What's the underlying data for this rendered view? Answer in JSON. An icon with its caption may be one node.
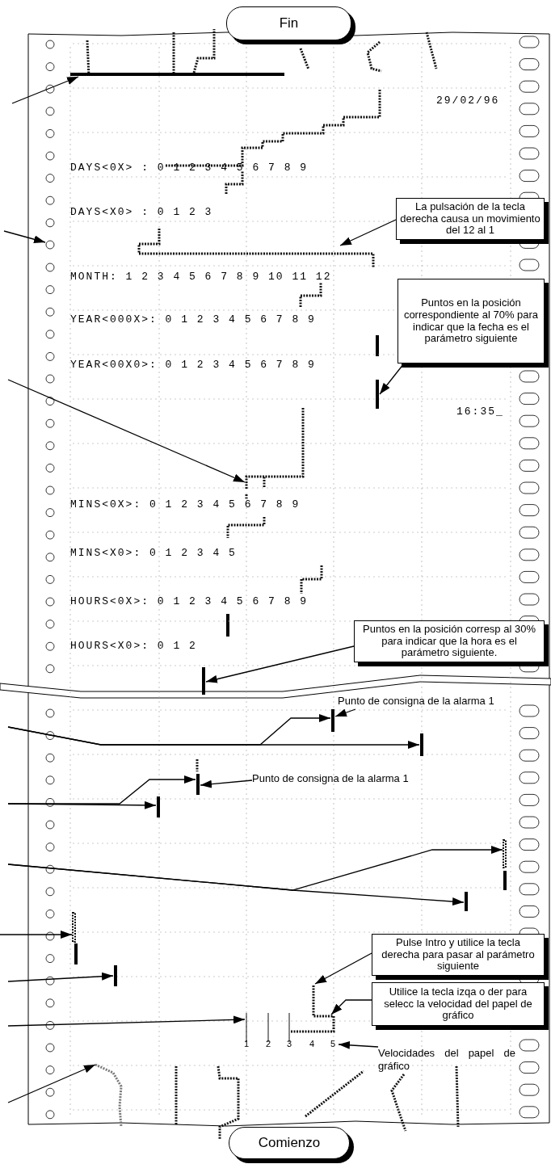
{
  "diagram": {
    "nodes": [
      {
        "text": [
          "Fin"
        ]
      },
      {
        "text": [
          "Comienzo"
        ]
      },
      {
        "text": [
          "La pulsación de la tecla derecha causa un movimiento del 12 al 1"
        ]
      },
      {
        "text": [
          "Puntos en la posición correspondiente al 70% para indicar que la fecha es el parámetro siguiente"
        ]
      },
      {
        "text": [
          "Puntos en la posición corresp al 30% para indicar que la hora es el parámetro siguiente."
        ]
      },
      {
        "text": [
          "Pulse Intro y utilice la tecla derecha para pasar al parámetro siguiente"
        ]
      },
      {
        "text": [
          "Utilice la tecla izqa  o der para selecc  la velocidad del papel de gráfico"
        ]
      },
      {
        "text": [
          "Punto de consigna de la alarma 1"
        ]
      },
      {
        "text": [
          "Punto de consigna de la alarma 1"
        ]
      },
      {
        "text": [
          "Velocidades del papel de gráfico"
        ]
      },
      {
        "text": [],
        "shape": "bar"
      },
      {
        "text": [],
        "shape": "circle"
      },
      {
        "text": [],
        "shape": "line"
      },
      {
        "text": [],
        "shape": "bar"
      },
      {
        "text": [],
        "shape": "line"
      },
      {
        "text": [],
        "shape": "bar"
      },
      {
        "text": [],
        "shape": "bar"
      },
      {
        "text": [],
        "shape": "bar"
      },
      {
        "text": [],
        "shape": "bar"
      },
      {
        "text": [],
        "shape": "bar"
      },
      {
        "text": [],
        "shape": "bar"
      },
      {
        "text": [],
        "shape": "bar"
      },
      {
        "text": [],
        "shape": "bar"
      },
      {
        "text": [],
        "shape": "bar"
      },
      {
        "text": [],
        "shape": "line"
      },
      {
        "text": [],
        "shape": "line"
      },
      {
        "text": [],
        "shape": "line"
      },
      {
        "text": [
          "5"
        ]
      }
    ],
    "edges": [
      {
        "from": null,
        "to": 10,
        "arrow": "to"
      },
      {
        "from": null,
        "to": 11,
        "arrow": "to"
      },
      {
        "from": null,
        "to": 14,
        "arrow": "to"
      },
      {
        "from": 2,
        "to": 12,
        "arrow": "to"
      },
      {
        "from": 3,
        "to": 13,
        "arrow": "to"
      },
      {
        "from": 4,
        "to": 15,
        "arrow": "to"
      },
      {
        "from": null,
        "to": 16,
        "arrow": "to"
      },
      {
        "from": null,
        "to": 17,
        "arrow": "to"
      },
      {
        "from": 7,
        "to": 17,
        "arrow": "to"
      },
      {
        "from": null,
        "to": 18,
        "arrow": "to"
      },
      {
        "from": null,
        "to": 19,
        "arrow": "to"
      },
      {
        "from": 8,
        "to": 19,
        "arrow": "to"
      },
      {
        "from": null,
        "to": 20,
        "arrow": "to"
      },
      {
        "from": null,
        "to": 21,
        "arrow": "to"
      },
      {
        "from": null,
        "to": 22,
        "arrow": "to"
      },
      {
        "from": null,
        "to": 23,
        "arrow": "to"
      },
      {
        "from": null,
        "to": 24,
        "arrow": "to"
      },
      {
        "from": null,
        "to": 25,
        "arrow": "to"
      },
      {
        "from": 5,
        "to": 26,
        "arrow": "to"
      },
      {
        "from": 6,
        "to": 26,
        "arrow": "to"
      },
      {
        "from": 9,
        "to": 27,
        "arrow": "to"
      }
    ],
    "labels": [
      "29/02/96",
      "DAYS<0X> : 0 1 2 3 4 5 6 7 8 9",
      "DAYS<X0> : 0 1 2 3",
      "MONTH: 1 2 3 4 5 6 7 8 9 10 11 12",
      "YEAR<000X>: 0 1 2 3 4 5 6 7 8 9",
      "YEAR<00X0>: 0 1 2 3 4 5 6 7 8 9",
      "16:35_",
      "MINS<0X>: 0 1 2 3 4 5 6 7 8 9",
      "MINS<X0>: 0 1 2 3 4 5",
      "HOURS<0X>: 0 1 2 3 4 5 6 7 8 9",
      "HOURS<X0>: 0 1 2",
      "1",
      "2",
      "3",
      "4"
    ]
  }
}
